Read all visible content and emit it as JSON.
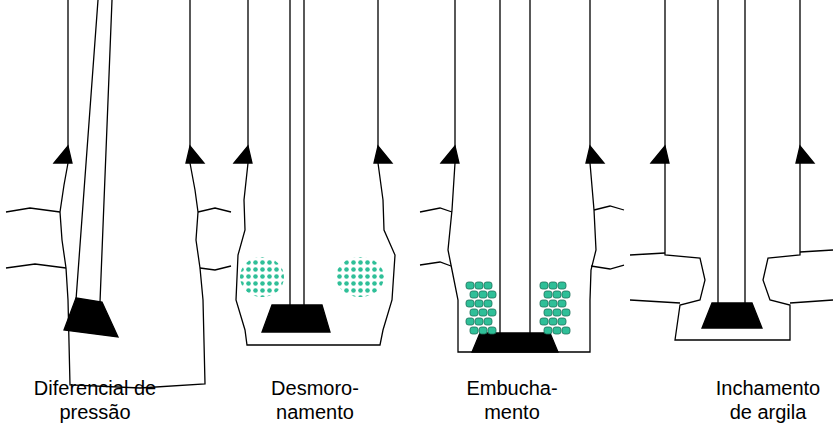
{
  "diagram": {
    "labels": [
      "Diferencial de pressão",
      "Desmoro- namento",
      "Embucha- mento",
      "Inchamento de argila"
    ]
  }
}
